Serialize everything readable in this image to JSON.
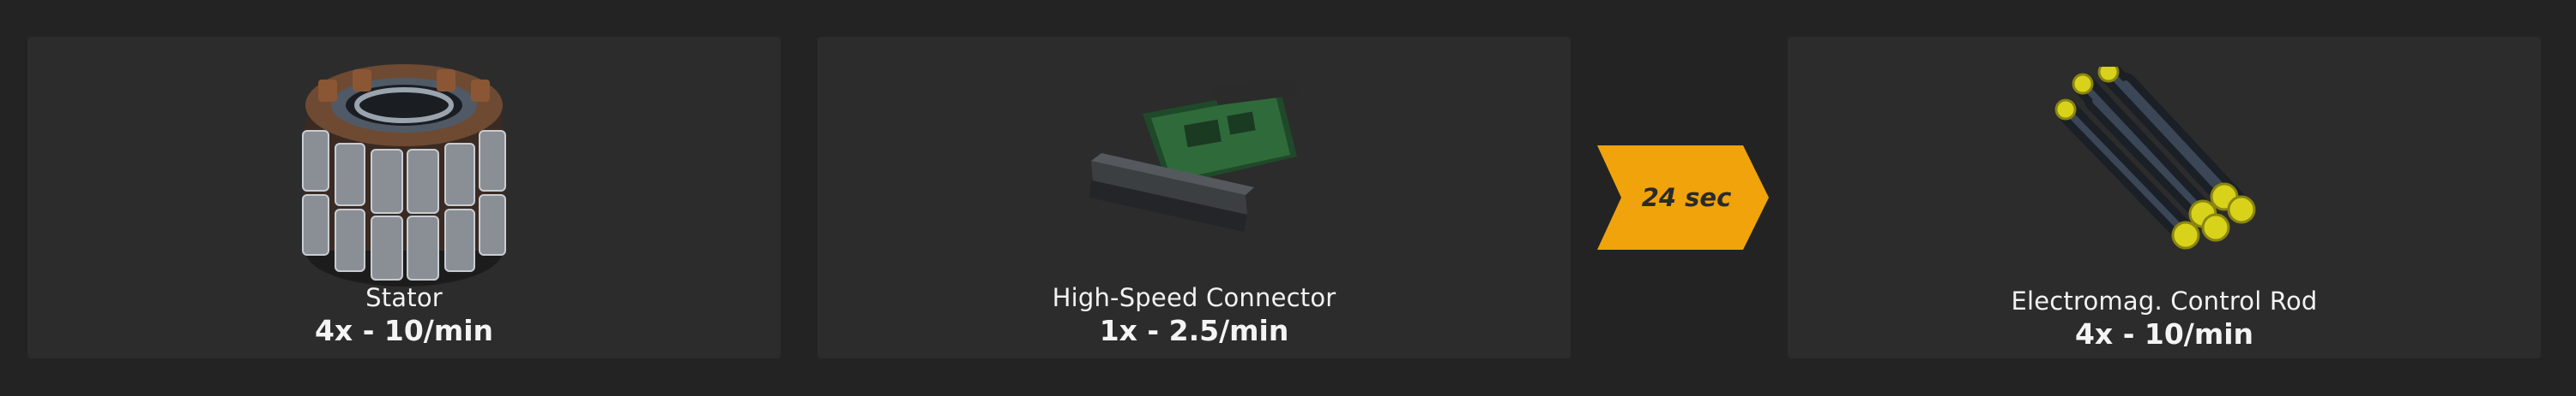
{
  "recipe": {
    "inputs": [
      {
        "name": "Stator",
        "rate": "4x - 10/min",
        "icon": "stator-icon"
      },
      {
        "name": "High-Speed Connector",
        "rate": "1x - 2.5/min",
        "icon": "high-speed-connector-icon"
      }
    ],
    "duration_label": "24 sec",
    "output": {
      "name": "Electromag. Control Rod",
      "rate": "4x - 10/min",
      "icon": "electromag-control-rod-icon"
    }
  },
  "colors": {
    "page_background": "#232323",
    "card_background": "#2c2c2c",
    "timer_arrow": "#f0a30a",
    "text": "#f2f2f2",
    "timer_text": "#2a2a2a"
  }
}
